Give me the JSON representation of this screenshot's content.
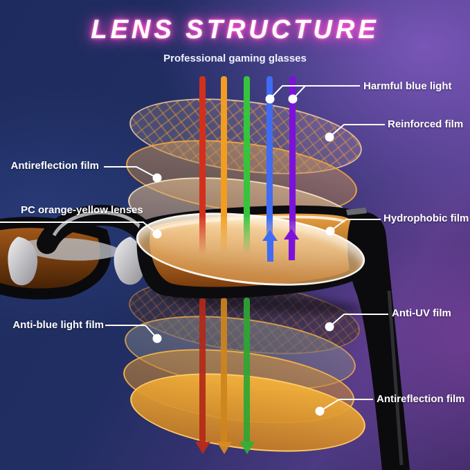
{
  "header": {
    "title": "LENS STRUCTURE",
    "subtitle": "Professional gaming glasses"
  },
  "callouts": {
    "harmful_blue_light": "Harmful blue light",
    "reinforced_film": "Reinforced film",
    "antireflection_film_top": "Antireflection film",
    "pc_lenses": "PC orange-yellow lenses",
    "hydrophobic_film": "Hydrophobic film",
    "anti_uv_film": "Anti-UV film",
    "anti_blue_light_film": "Anti-blue light film",
    "antireflection_film_bottom": "Antireflection film"
  },
  "beams": [
    {
      "name": "red-light",
      "color": "#d2301c",
      "blocked": false
    },
    {
      "name": "orange-light",
      "color": "#f29d22",
      "blocked": false
    },
    {
      "name": "green-light",
      "color": "#35c53c",
      "blocked": false
    },
    {
      "name": "blue-light",
      "color": "#3f6cf2",
      "blocked": true
    },
    {
      "name": "violet-light",
      "color": "#7a12da",
      "blocked": true
    }
  ],
  "reflected_beams": [
    {
      "name": "reflected-blue-light",
      "color": "#3f6cf2"
    },
    {
      "name": "reflected-violet-light",
      "color": "#7a12da"
    }
  ],
  "colors": {
    "title_glow": "#ff4fd0",
    "label_text": "#ffffff",
    "lens_orange": "#e09a35",
    "background_navy": "#1e2b5e",
    "background_purple": "#4c3a82"
  }
}
